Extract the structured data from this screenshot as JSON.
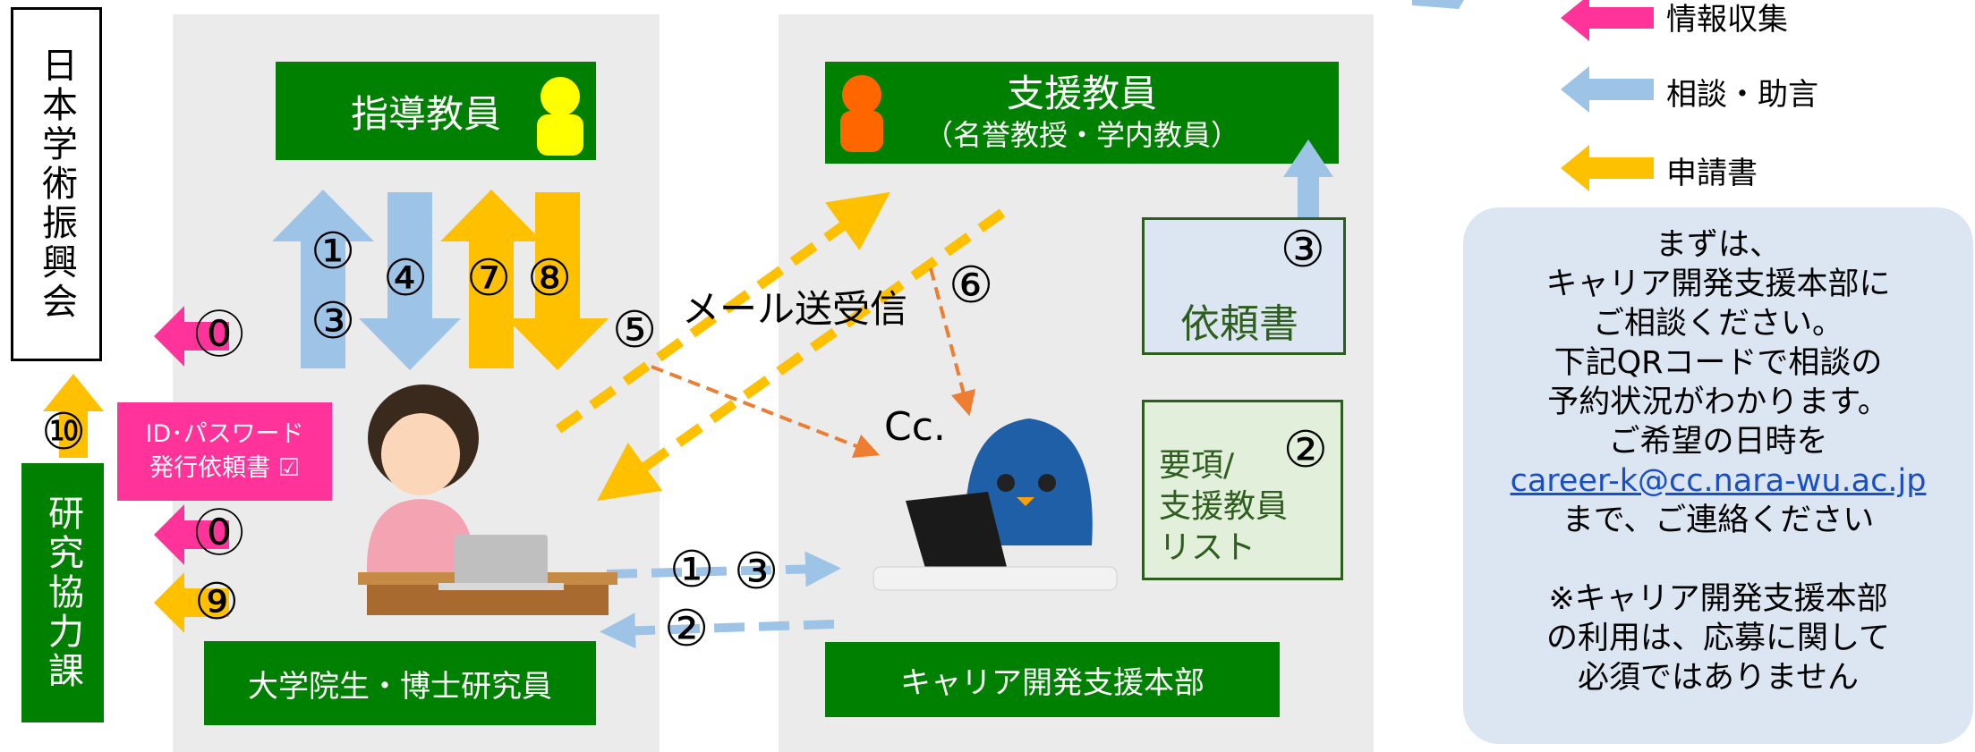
{
  "jsps": {
    "label": "日本学術振興会"
  },
  "research_section": {
    "label": "研究協力課"
  },
  "supervisor": {
    "label": "指導教員"
  },
  "support_teacher": {
    "title": "支援教員",
    "subtitle": "（名誉教授・学内教員）"
  },
  "student": {
    "label": "大学院生・博士研究員"
  },
  "career_center": {
    "label": "キャリア開発支援本部"
  },
  "id_request": {
    "label": "ID･パスワード\n発行依頼書 ☑"
  },
  "request_doc": {
    "number": "③",
    "label": "依頼書"
  },
  "guide_doc": {
    "number": "②",
    "label": "要項/\n支援教員\nリスト"
  },
  "mail_label": "メール送受信",
  "cc_label": "Cc.",
  "steps": {
    "s0a": "⓪",
    "s0b": "⓪",
    "s10": "⑩",
    "s9": "⑨",
    "s1": "①",
    "s3": "③",
    "s4": "④",
    "s7": "⑦",
    "s8": "⑧",
    "s5": "⑤",
    "s6": "⑥",
    "s1b": "①",
    "s3b": "③",
    "s2b": "②"
  },
  "legend": {
    "items": [
      {
        "label": "情報収集",
        "color": "#ff3399"
      },
      {
        "label": "相談・助言",
        "color": "#9dc3e6"
      },
      {
        "label": "申請書",
        "color": "#ffc000"
      }
    ]
  },
  "info": {
    "lines": [
      "まずは、",
      "キャリア開発支援本部に",
      "ご相談ください。",
      "下記QRコードで相談の",
      "予約状況がわかります。",
      "ご希望の日時を"
    ],
    "email": "career-k@cc.nara-wu.ac.jp",
    "line_after": "まで、ご連絡ください",
    "note_lines": [
      "※キャリア開発支援本部",
      "の利用は、応募に関して",
      "必須ではありません"
    ]
  },
  "colors": {
    "green": "#008000",
    "pink": "#ff3399",
    "blue": "#9dc3e6",
    "orange": "#ffc000",
    "dash_orange": "#ed7d31",
    "panel": "#ebebeb"
  }
}
